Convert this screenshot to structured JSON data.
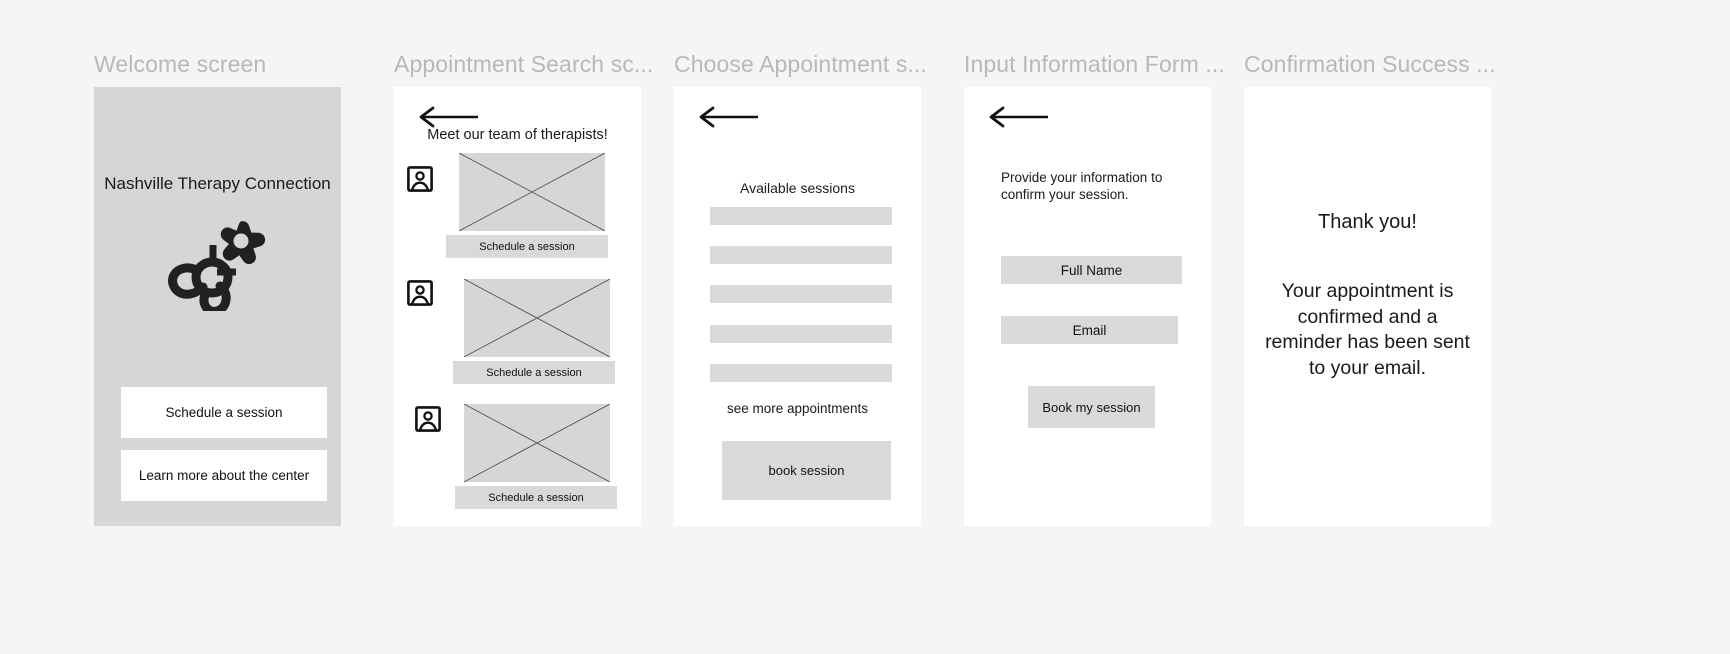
{
  "canvas": {
    "background": "#f5f5f5"
  },
  "frames": [
    {
      "title": "Welcome screen",
      "app_title": "Nashville Therapy Connection",
      "logo_icon": "bee-and-flower-logo-icon",
      "buttons": [
        {
          "label": "Schedule a session"
        },
        {
          "label": "Learn more about the center"
        }
      ]
    },
    {
      "title": "Appointment Search sc...",
      "back_icon": "back-arrow-icon",
      "heading": "Meet our team of therapists!",
      "avatar_icon": "person-avatar-icon",
      "therapists": [
        {
          "image": "placeholder-image",
          "button_label": "Schedule a session"
        },
        {
          "image": "placeholder-image",
          "button_label": "Schedule a session"
        },
        {
          "image": "placeholder-image",
          "button_label": "Schedule a session"
        }
      ]
    },
    {
      "title": "Choose Appointment s...",
      "back_icon": "back-arrow-icon",
      "heading": "Available sessions",
      "session_slots": 5,
      "see_more_label": "see more appointments",
      "book_label": "book session"
    },
    {
      "title": "Input Information Form ...",
      "back_icon": "back-arrow-icon",
      "intro": "Provide your information to confirm your session.",
      "fields": [
        {
          "label": "Full Name"
        },
        {
          "label": "Email"
        }
      ],
      "submit_label": "Book my session"
    },
    {
      "title": "Confirmation Success ...",
      "thanks": "Thank you!",
      "message": "Your appointment is confirmed and a reminder has been sent to your email."
    }
  ],
  "colors": {
    "canvas_bg": "#f5f5f5",
    "frame_title": "#b8b8b8",
    "welcome_bg": "#d6d6d6",
    "screen_bg": "#ffffff",
    "placeholder": "#d6d6d6",
    "button_grey": "#d9d9d9",
    "text": "#1a1a1a",
    "logo": "#212121"
  }
}
